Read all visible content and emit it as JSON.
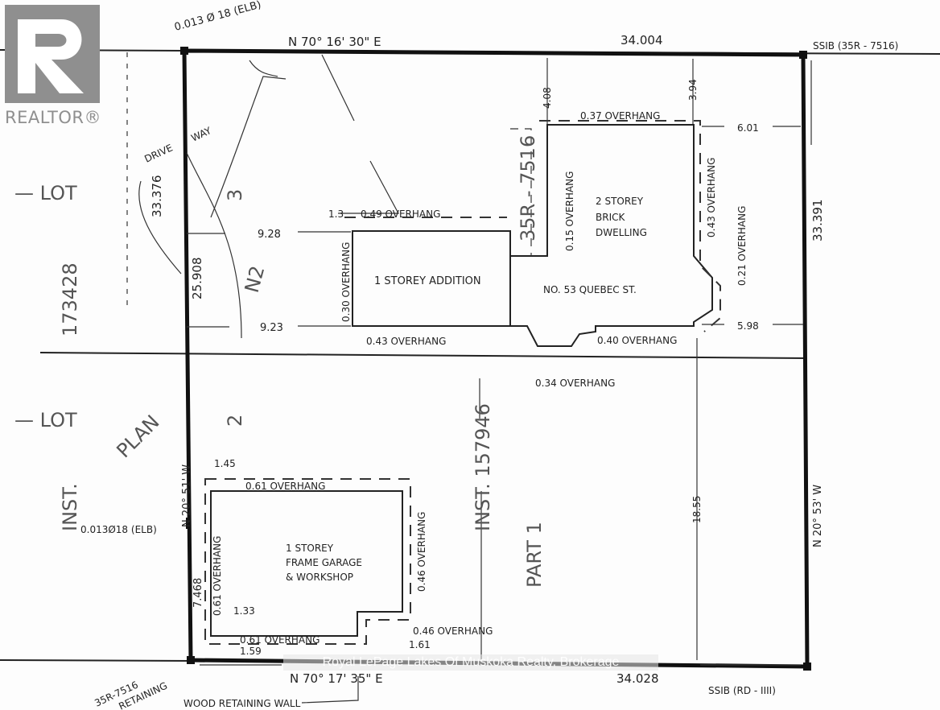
{
  "watermarks": {
    "realtor_logo": "REALTOR®",
    "brokerage": "Royal LePage Lakes Of Muskoka Realty, Brokerage"
  },
  "boundary": {
    "north_bearing": "N 70° 16' 30\" E",
    "north_distance": "34.004",
    "south_bearing": "N 70° 17' 35\" E",
    "south_distance": "34.028",
    "west_bearing": "N 20° 51' W",
    "east_bearing": "N 20° 53' W",
    "west_distance_total": "33.376",
    "west_distance_upper": "25.908",
    "west_distance_lower": "7.468",
    "east_distance": "33.391"
  },
  "monuments": {
    "nw": "0.013 Ø 18 (ELB)",
    "ne": "SSIB (35R - 7516)",
    "se": "SSIB (RD - IIII)",
    "west": "0.013Ø18 (ELB)",
    "sw": "35R-7516",
    "sw_note": "RETAINING"
  },
  "labels": {
    "driveway_1": "DRIVE",
    "driveway_2": "WAY",
    "lot_upper": "— LOT",
    "lot_lower": "— LOT",
    "lot_upper_num": "3",
    "lot_lower_num": "2",
    "plan": "PLAN",
    "inst_left": "INST.",
    "inst_number_left": "173428",
    "plan_35r": "35R - 7516",
    "inst_center": "INST. 157946",
    "part": "PART 1",
    "no_mark": "N2",
    "retaining_wall": "WOOD RETAINING WALL"
  },
  "buildings": {
    "addition": "1 STOREY ADDITION",
    "dwelling": [
      "2 STOREY",
      "BRICK",
      "DWELLING"
    ],
    "address": "NO. 53  QUEBEC  ST.",
    "garage": [
      "1 STOREY",
      "FRAME GARAGE",
      "& WORKSHOP"
    ]
  },
  "dimensions": {
    "d928": "9.28",
    "d923": "9.23",
    "d408": "4.08",
    "d394": "3.94",
    "d601": "6.01",
    "d598": "5.98",
    "d1855": "18.55",
    "d145": "1.45",
    "d133": "1.33",
    "d159": "1.59",
    "d161": "1.61",
    "d13": "1.3"
  },
  "overhangs": {
    "o049": "0.49 OVERHANG",
    "o030": "0.30 OVERHANG",
    "o043a": "0.43 OVERHANG",
    "o037": "0.37 OVERHANG",
    "o015": "0.15 OVERHANG",
    "o043b": "0.43 OVERHANG",
    "o021": "0.21 OVERHANG",
    "o040": "0.40 OVERHANG",
    "o034": "0.34 OVERHANG",
    "o061top": "0.61 OVERHANG",
    "o061left": "0.61 OVERHANG",
    "o061bot": "0.61 OVERHANG",
    "o046side": "0.46 OVERHANG",
    "o046corner": "0.46 OVERHANG"
  }
}
